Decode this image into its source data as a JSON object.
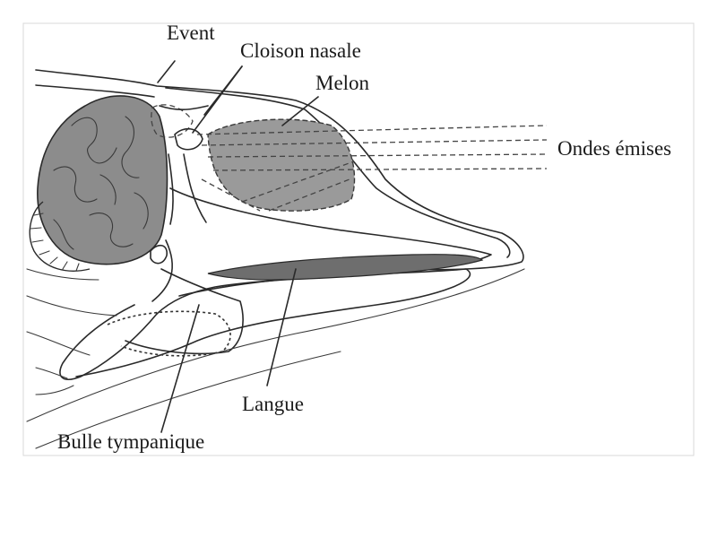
{
  "labels": {
    "event": "Event",
    "cloison_nasale": "Cloison nasale",
    "melon": "Melon",
    "ondes_emises": "Ondes émises",
    "langue": "Langue",
    "bulle_tympanique": "Bulle tympanique"
  },
  "colors": {
    "ink": "#2a2a2a",
    "brain_fill": "#8c8c8c",
    "melon_fill": "#9a9a9a",
    "tongue_fill": "#6e6e6e",
    "frame": "#d8d8d8"
  }
}
